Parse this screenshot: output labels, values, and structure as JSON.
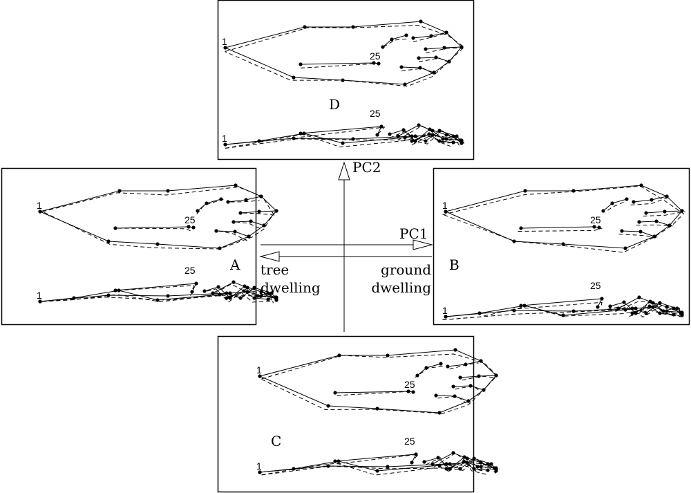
{
  "axes": {
    "pc2_label": "PC2",
    "pc1_label": "PC1",
    "left_label_line1": "tree",
    "left_label_line2": "dwelling",
    "right_label_line1": "ground",
    "right_label_line2": "dwelling"
  },
  "panels": [
    {
      "id": "D",
      "label": "D",
      "start_label": "1",
      "end_label": "25"
    },
    {
      "id": "A",
      "label": "A",
      "start_label": "1",
      "end_label": "25"
    },
    {
      "id": "B",
      "label": "B",
      "start_label": "1",
      "end_label": "25"
    },
    {
      "id": "C",
      "label": "C",
      "start_label": "1",
      "end_label": "25"
    }
  ],
  "colors": {
    "ink": "#000000",
    "background": "#ffffff"
  }
}
